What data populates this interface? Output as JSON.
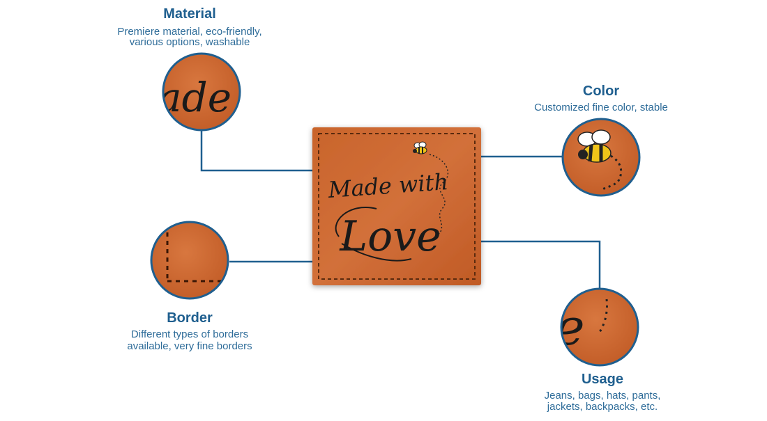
{
  "label": {
    "line1": "Made with",
    "line2": "Love"
  },
  "features": {
    "material": {
      "title": "Material",
      "line1": "Premiere material, eco-friendly,",
      "line2": "various options, washable",
      "zoom_text": "ade"
    },
    "color": {
      "title": "Color",
      "line1": "Customized fine color, stable"
    },
    "border": {
      "title": "Border",
      "line1": "Different types of borders",
      "line2": "available, very fine borders"
    },
    "usage": {
      "title": "Usage",
      "line1": "Jeans, bags, hats, pants,",
      "line2": "jackets, backpacks, etc.",
      "zoom_text": "e"
    }
  },
  "colors": {
    "heading": "#1f5f8f",
    "connector": "#1f5f8f",
    "leather": "#cf6a2e",
    "stitch": "#5a2a0e",
    "ink": "#1a1a1a"
  },
  "icons": [
    "bee-icon"
  ]
}
